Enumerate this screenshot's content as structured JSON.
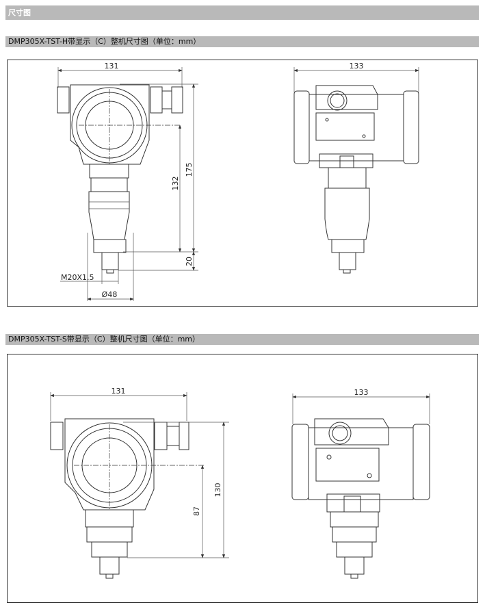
{
  "header": {
    "title": "尺寸图"
  },
  "sections": [
    {
      "title": "DMP305X-TST-H带显示（C）整机尺寸图（单位：mm）",
      "front": {
        "width": "131",
        "height_total": "175",
        "height_center": "132",
        "thread_length": "20",
        "thread": "M20X1.5",
        "diameter": "Ø48"
      },
      "rear": {
        "width": "133"
      }
    },
    {
      "title": "DMP305X-TST-S带显示（C）整机尺寸图（单位：mm）",
      "front": {
        "width": "131",
        "height_total": "130",
        "height_center": "87"
      },
      "rear": {
        "width": "133"
      }
    }
  ]
}
